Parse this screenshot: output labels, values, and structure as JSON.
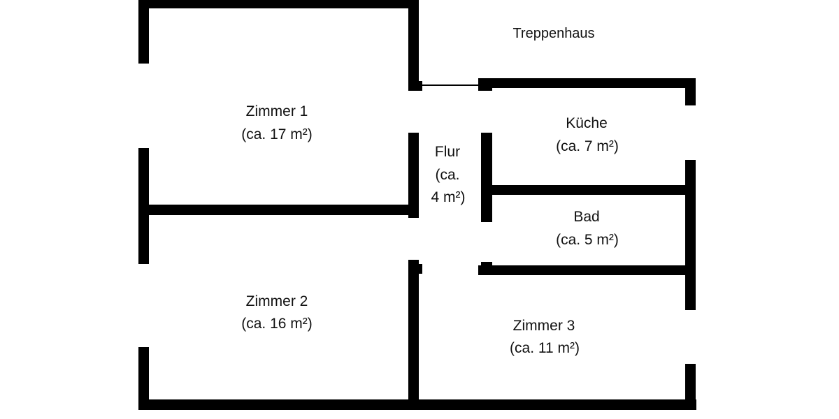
{
  "diagram": {
    "type": "floor-plan",
    "colors": {
      "wall": "#000000",
      "background": "#ffffff",
      "text": "#111111"
    },
    "areas": {
      "staircase": {
        "name": "Treppenhaus"
      },
      "room1": {
        "name": "Zimmer 1",
        "size": "(ca. 17 m²)"
      },
      "room2": {
        "name": "Zimmer 2",
        "size": "(ca. 16 m²)"
      },
      "room3": {
        "name": "Zimmer 3",
        "size": "(ca. 11 m²)"
      },
      "hallway": {
        "name": "Flur",
        "size_line1": "(ca.",
        "size_line2": "4 m²)"
      },
      "kitchen": {
        "name": "Küche",
        "size": "(ca. 7 m²)"
      },
      "bathroom": {
        "name": "Bad",
        "size": "(ca. 5 m²)"
      }
    }
  }
}
